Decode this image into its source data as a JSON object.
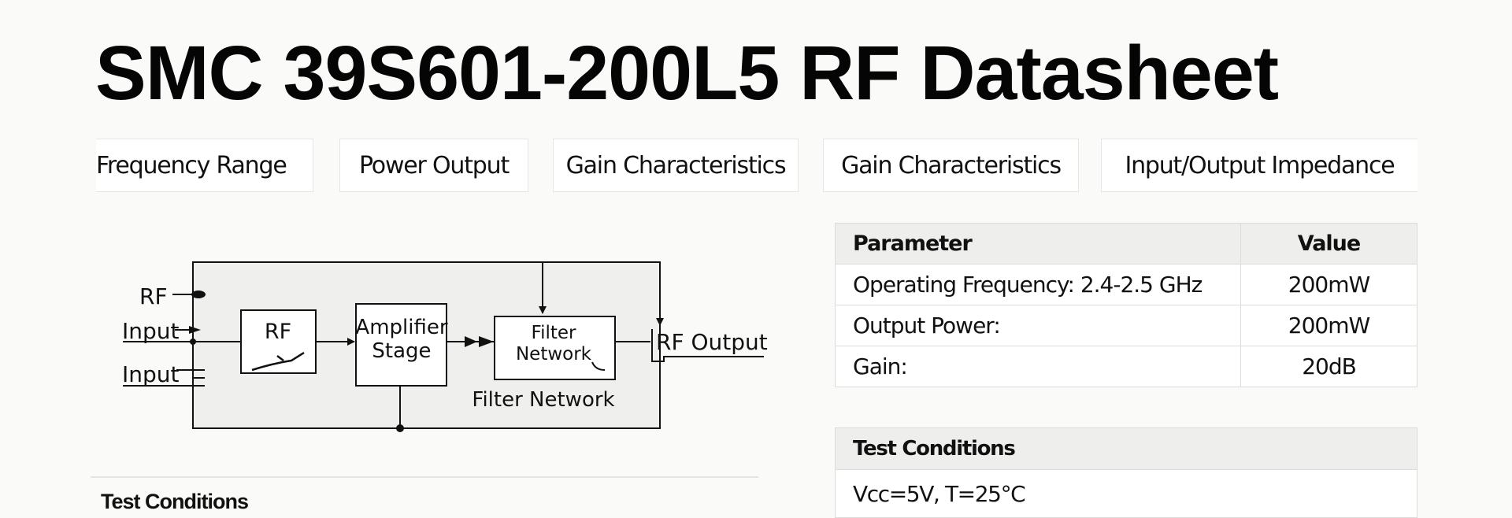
{
  "header": {
    "title": "SMC 39S601-200L5 RF Datasheet"
  },
  "tabs": [
    {
      "label": "Frequency Range"
    },
    {
      "label": "Power Output"
    },
    {
      "label": "Gain Characteristics"
    },
    {
      "label": "Gain Characteristics"
    },
    {
      "label": "Input/Output Impedance"
    }
  ],
  "diagram": {
    "labels": {
      "rf_in_top": "RF",
      "input_1": "Input",
      "input_2": "Input",
      "rf_block": "RF",
      "amp_line1": "Amplifier",
      "amp_line2": "Stage",
      "filter_line1": "Filter",
      "filter_line2": "Network",
      "filter_caption": "Filter Network",
      "rf_output": "RF Output"
    }
  },
  "parameters": {
    "headers": {
      "parameter": "Parameter",
      "value": "Value"
    },
    "rows": [
      {
        "parameter": "Operating Frequency: 2.4-2.5 GHz",
        "value": "200mW"
      },
      {
        "parameter": "Output Power:",
        "value": "200mW"
      },
      {
        "parameter": "Gain:",
        "value": "20dB"
      }
    ]
  },
  "test_conditions": {
    "header": "Test Conditions",
    "value": "Vcc=5V, T=25°C"
  },
  "footer_section": {
    "label": "Test Conditions"
  }
}
